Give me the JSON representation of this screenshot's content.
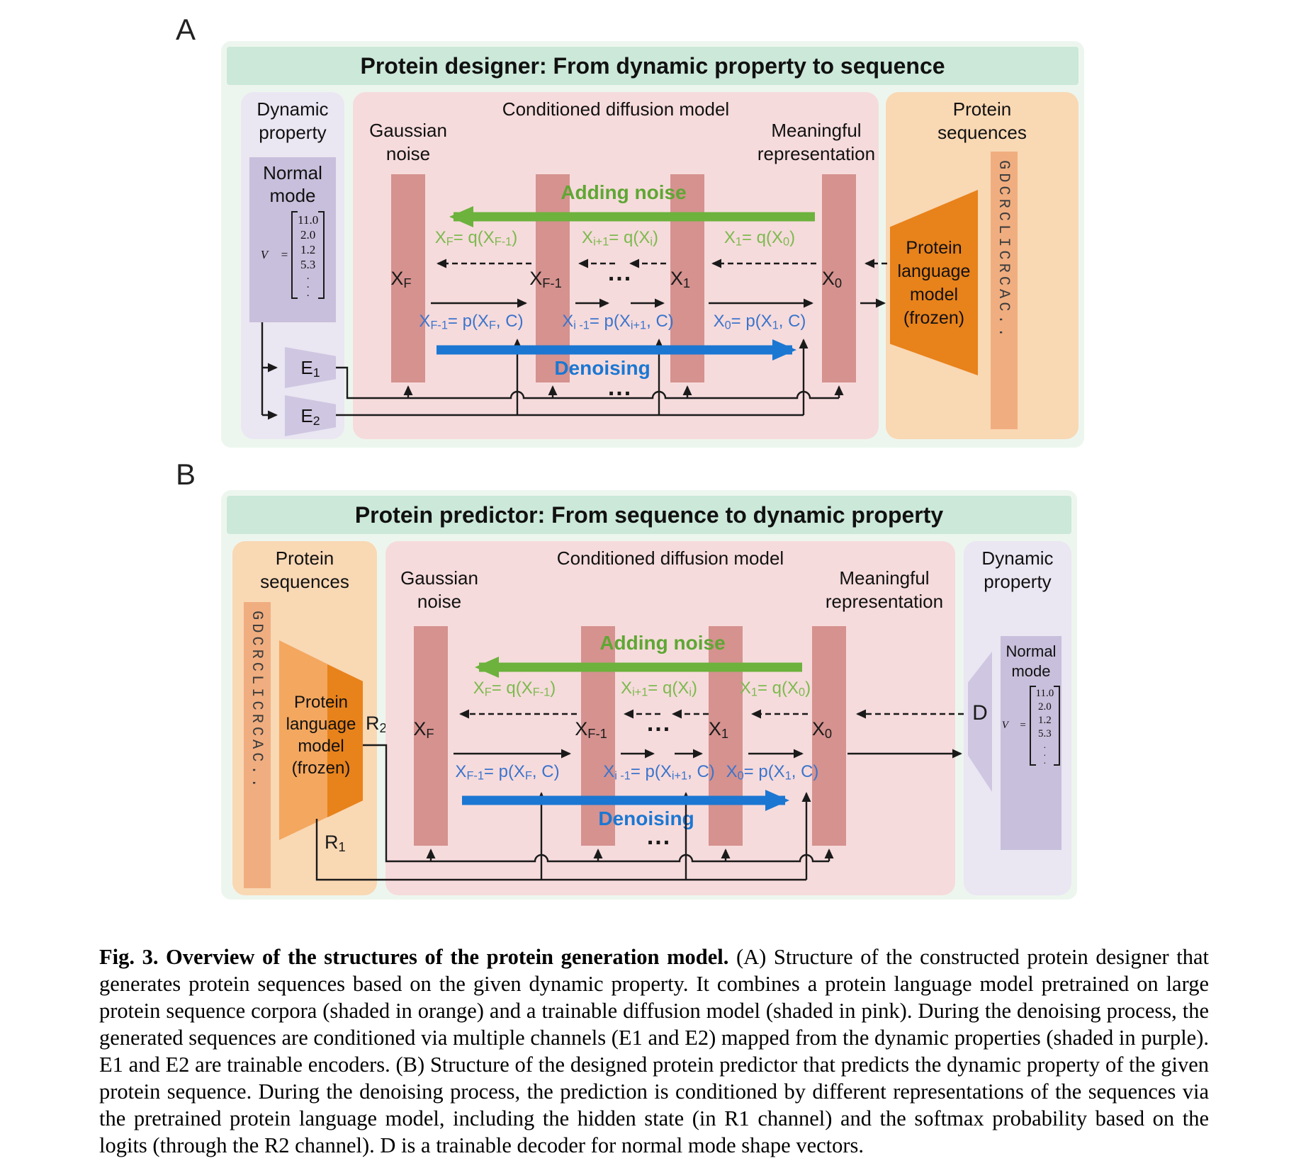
{
  "panelA": {
    "label": "A",
    "header": "Protein designer: From dynamic property to sequence",
    "dynamic": {
      "title": "Dynamic property",
      "normal_mode": "Normal mode",
      "vector_prefix": "V⃗ =",
      "vector": [
        "11.0",
        "2.0",
        "1.2",
        "5.3",
        ".",
        ".",
        "."
      ],
      "encoder1": "E_{1}",
      "encoder2": "E_{2}"
    },
    "diffusion": {
      "title": "Conditioned diffusion model",
      "gaussian": "Gaussian noise",
      "meaningful": "Meaningful representation",
      "adding_noise": "Adding noise",
      "denoising": "Denoising",
      "bars": [
        "X_{F}",
        "X_{F-1}",
        "X_{1}",
        "X_{0}"
      ],
      "dots": "...",
      "q_eqs": [
        "X_{F}= q(X_{F-1})",
        "X_{i+1}= q(X_{i})",
        "X_{1}= q(X_{0})"
      ],
      "p_eqs": [
        "X_{F-1}= p(X_{F}, C)",
        "X_{i -1}= p(X_{i+1}, C)",
        "X_{0}= p(X_{1}, C)"
      ]
    },
    "sequences": {
      "title": "Protein sequences",
      "sequence": "GDCRCLICRCAC..",
      "model": "Protein language model (frozen)"
    }
  },
  "panelB": {
    "label": "B",
    "header": "Protein predictor: From sequence to dynamic property",
    "sequences": {
      "title": "Protein sequences",
      "sequence": "GDCRCLICRCAC..",
      "model": "Protein language model (frozen)"
    },
    "channels": {
      "r2": "R_{2}",
      "r1": "R_{1}"
    },
    "diffusion": {
      "title": "Conditioned diffusion model",
      "gaussian": "Gaussian noise",
      "meaningful": "Meaningful representation",
      "adding_noise": "Adding noise",
      "denoising": "Denoising",
      "bars": [
        "X_{F}",
        "X_{F-1}",
        "X_{1}",
        "X_{0}"
      ],
      "dots": "...",
      "q_eqs": [
        "X_{F}= q(X_{F-1})",
        "X_{i+1}= q(X_{i})",
        "X_{1}= q(X_{0})"
      ],
      "p_eqs": [
        "X_{F-1}= p(X_{F}, C)",
        "X_{i -1}= p(X_{i+1}, C)",
        "X_{0}= p(X_{1}, C)"
      ]
    },
    "decoder": "D",
    "dynamic": {
      "title": "Dynamic property",
      "normal_mode": "Normal mode",
      "vector_prefix": "V⃗ =",
      "vector": [
        "11.0",
        "2.0",
        "1.2",
        "5.3",
        ".",
        ".",
        "."
      ]
    }
  },
  "caption": {
    "bold": "Fig. 3. Overview of the structures of the protein generation model.",
    "text": " (A) Structure of the constructed protein designer that generates protein sequences based on the given dynamic property. It combines a protein language model pretrained on large protein sequence corpora (shaded in orange) and a trainable diffusion model (shaded in pink). During the denoising process, the generated sequences are conditioned via multiple channels (E1 and E2) mapped from the dynamic properties (shaded in purple). E1 and E2 are trainable encoders. (B) Structure of the designed protein predictor that predicts the dynamic property of the given protein sequence. During the denoising process, the prediction is conditioned by different representations of the sequences via the pretrained protein language model, including the hidden state (in R1 channel) and the softmax probability based on the logits (through the R2 channel). D is a trainable decoder for normal mode shape vectors."
  },
  "colors": {
    "header_bg": "#cbe8d9",
    "panel_bg": "#edf6ee",
    "purple_panel": "#eae6f2",
    "purple_box": "#c8bfdc",
    "purple_shape": "#cfc6e1",
    "pink_panel": "#f6dbdc",
    "bar": "#d5928f",
    "orange_panel": "#f9d8b4",
    "orange_strip": "#f0ae80",
    "orange_dark": "#e8821b",
    "orange_light": "#f3a75f",
    "green": "#6cb23d",
    "blue": "#1b77d2"
  }
}
